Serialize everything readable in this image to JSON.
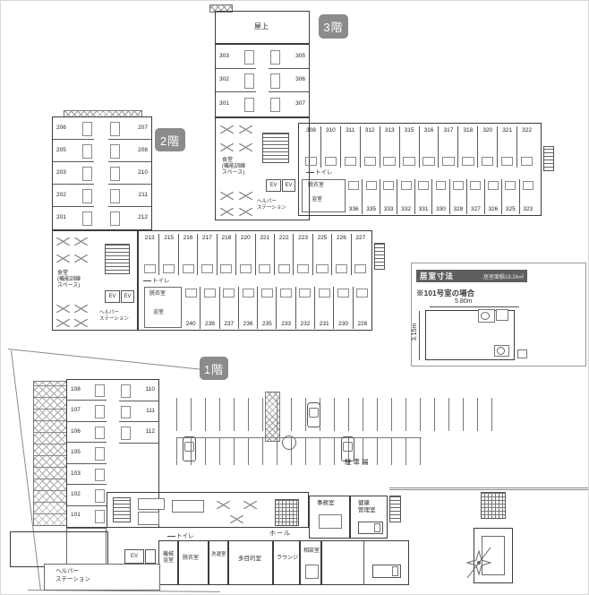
{
  "colors": {
    "chip_bg": "#8b8b8b",
    "chip_text": "#ffffff",
    "wall": "#3c3c3c",
    "inset_header_bg": "#5f5f5f"
  },
  "common": {
    "ev": "EV",
    "toilet": "トイレ",
    "dressing": "脱衣室",
    "bath": "浴室",
    "dining_1": "食堂",
    "dining_2": "(機能訓練",
    "dining_3": "スペース)",
    "helper_1": "ヘルパー",
    "helper_2": "ステーション"
  },
  "floor3": {
    "chip": "3階",
    "roof": "屋上",
    "left_rooms": [
      "303",
      "302",
      "301"
    ],
    "right_rooms": [
      "305",
      "306",
      "307"
    ],
    "wing_top": [
      "308",
      "310",
      "311",
      "312",
      "313",
      "315",
      "316",
      "317",
      "318",
      "320",
      "321",
      "322"
    ],
    "wing_bottom": [
      "336",
      "335",
      "333",
      "332",
      "331",
      "330",
      "328",
      "327",
      "326",
      "325",
      "323"
    ]
  },
  "floor2": {
    "chip": "2階",
    "left_rooms": [
      "206",
      "205",
      "203",
      "202",
      "201"
    ],
    "right_rooms": [
      "207",
      "208",
      "210",
      "211",
      "212"
    ],
    "wing_top": [
      "213",
      "215",
      "216",
      "217",
      "218",
      "220",
      "221",
      "222",
      "223",
      "225",
      "226",
      "227"
    ],
    "wing_bottom": [
      "240",
      "238",
      "237",
      "236",
      "235",
      "233",
      "232",
      "231",
      "230",
      "228"
    ]
  },
  "floor1": {
    "chip": "1階",
    "left_rooms": [
      "108",
      "107",
      "106",
      "105",
      "103",
      "102",
      "101"
    ],
    "right_rooms": [
      "110",
      "111",
      "112"
    ],
    "parking": "駐車場",
    "machine_bath_1": "機械",
    "machine_bath_2": "浴室",
    "laundry": "洗濯室",
    "multipurpose": "多目的室",
    "hall": "ホール",
    "lounge": "ラウンジ",
    "consult": "相談室",
    "office": "事務室",
    "health_1": "健康",
    "health_2": "管理室"
  },
  "inset": {
    "title": "居室寸法",
    "area": "居室面積18.24㎡",
    "note": "※101号室の場合",
    "dim_w": "5.80m",
    "dim_h": "3.15m"
  }
}
